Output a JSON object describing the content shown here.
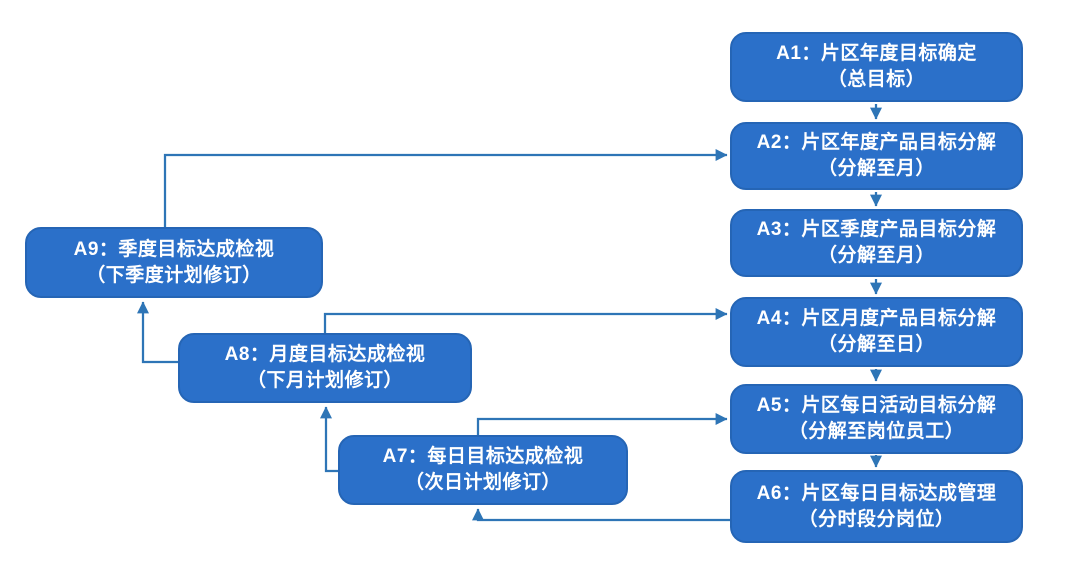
{
  "diagram": {
    "type": "flowchart",
    "colors": {
      "node_fill": "#2b70c9",
      "node_border": "#2565b5",
      "arrow_color": "#2e75b6",
      "text_color": "#ffffff"
    },
    "nodes": [
      {
        "id": "A1",
        "line1": "A1：片区年度目标确定",
        "line2": "（总目标）"
      },
      {
        "id": "A2",
        "line1": "A2：片区年度产品目标分解",
        "line2": "（分解至月）"
      },
      {
        "id": "A3",
        "line1": "A3：片区季度产品目标分解",
        "line2": "（分解至月）"
      },
      {
        "id": "A4",
        "line1": "A4：片区月度产品目标分解",
        "line2": "（分解至日）"
      },
      {
        "id": "A5",
        "line1": "A5：片区每日活动目标分解",
        "line2": "（分解至岗位员工）"
      },
      {
        "id": "A6",
        "line1": "A6：片区每日目标达成管理",
        "line2": "（分时段分岗位）"
      },
      {
        "id": "A7",
        "line1": "A7：每日目标达成检视",
        "line2": "（次日计划修订）"
      },
      {
        "id": "A8",
        "line1": "A8：月度目标达成检视",
        "line2": "（下月计划修订）"
      },
      {
        "id": "A9",
        "line1": "A9：季度目标达成检视",
        "line2": "（下季度计划修订）"
      }
    ],
    "edges": [
      {
        "from": "A1",
        "to": "A2"
      },
      {
        "from": "A2",
        "to": "A3"
      },
      {
        "from": "A3",
        "to": "A4"
      },
      {
        "from": "A4",
        "to": "A5"
      },
      {
        "from": "A5",
        "to": "A6"
      },
      {
        "from": "A6",
        "to": "A7"
      },
      {
        "from": "A7",
        "to": "A5"
      },
      {
        "from": "A7",
        "to": "A8"
      },
      {
        "from": "A8",
        "to": "A4"
      },
      {
        "from": "A8",
        "to": "A9"
      },
      {
        "from": "A9",
        "to": "A2"
      }
    ]
  }
}
